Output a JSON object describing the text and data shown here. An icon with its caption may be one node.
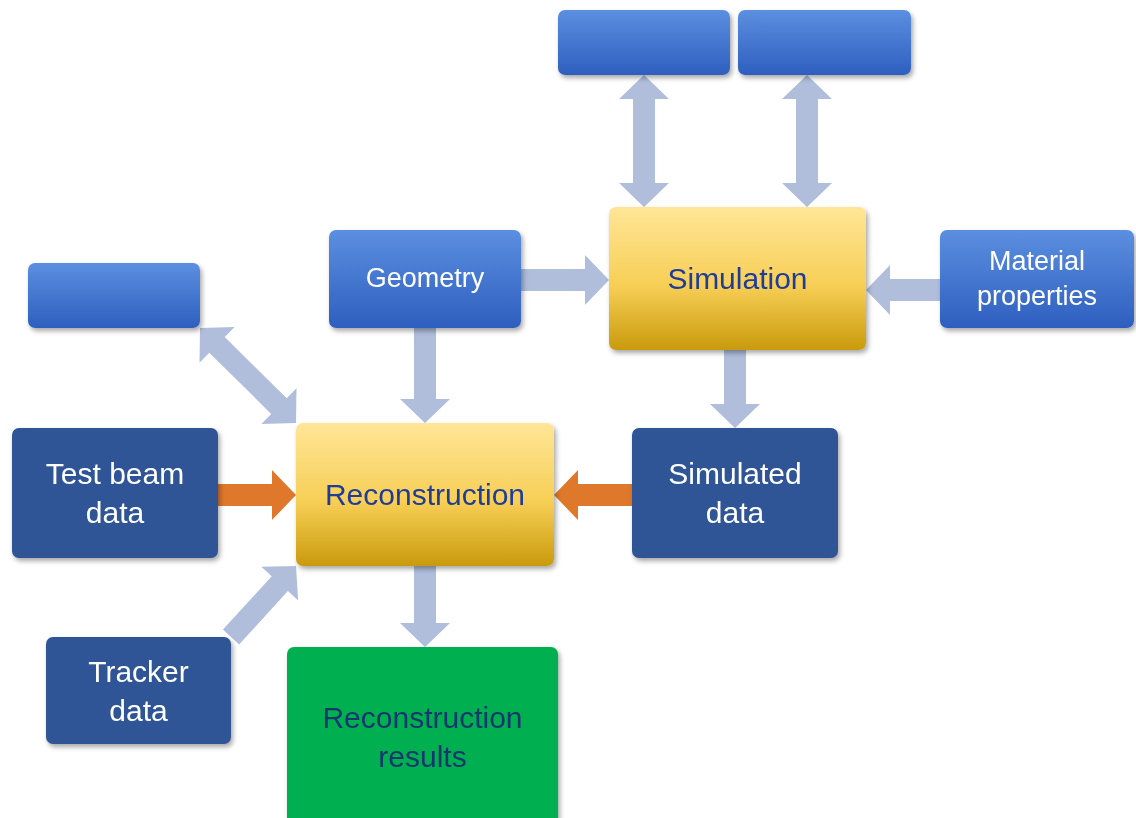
{
  "diagram": {
    "nodes": [
      {
        "text": [],
        "shape": "box"
      },
      {
        "text": [],
        "shape": "box"
      },
      {
        "text": [],
        "shape": "box"
      },
      {
        "text": [
          "Geometry"
        ]
      },
      {
        "text": [
          "Simulation"
        ]
      },
      {
        "text": [
          "Material properties"
        ]
      },
      {
        "text": [
          "Test beam data"
        ]
      },
      {
        "text": [
          "Reconstruction"
        ]
      },
      {
        "text": [
          "Simulated data"
        ]
      },
      {
        "text": [
          "Tracker data"
        ]
      },
      {
        "text": [
          "Reconstruction results"
        ]
      }
    ],
    "edges": [
      {
        "from": 0,
        "to": 4,
        "arrow": "both"
      },
      {
        "from": 1,
        "to": 4,
        "arrow": "both"
      },
      {
        "from": 3,
        "to": 4,
        "arrow": "to"
      },
      {
        "from": 5,
        "to": 4,
        "arrow": "to"
      },
      {
        "from": 4,
        "to": 8,
        "arrow": "to"
      },
      {
        "from": 3,
        "to": 7,
        "arrow": "to"
      },
      {
        "from": 2,
        "to": 7,
        "arrow": "both"
      },
      {
        "from": 6,
        "to": 7,
        "arrow": "to",
        "color": "#e0782c"
      },
      {
        "from": 8,
        "to": 7,
        "arrow": "to",
        "color": "#e0782c"
      },
      {
        "from": 9,
        "to": 7,
        "arrow": "to"
      },
      {
        "from": 7,
        "to": 10,
        "arrow": "to"
      }
    ]
  }
}
